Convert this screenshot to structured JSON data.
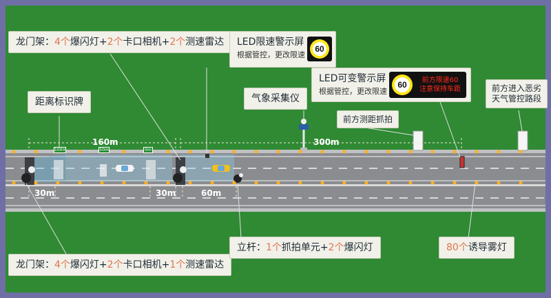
{
  "callouts": {
    "gantry_top": {
      "label": "龙门架：",
      "parts": [
        "4个",
        "爆闪灯+",
        "2个",
        "卡口相机+",
        "2个",
        "测速雷达"
      ]
    },
    "led_speed": {
      "title": "LED限速警示屏",
      "sub": "根据管控，更改限速",
      "speed": "60"
    },
    "led_variable": {
      "title": "LED可变警示屏",
      "sub": "根据管控，更改限速",
      "speed": "60",
      "line1": "前方限速60",
      "line2": "注意保持车距"
    },
    "distance_sign": {
      "title": "距离标识牌"
    },
    "weather": {
      "title": "气象采集仪"
    },
    "front_capture": {
      "title": "前方测距抓拍"
    },
    "warning_zone": {
      "line1": "前方进入恶劣",
      "line2": "天气管控路段"
    },
    "gantry_bottom": {
      "label": "龙门架：",
      "parts": [
        "4个",
        "爆闪灯+",
        "2个",
        "卡口相机+",
        "1个",
        "测速雷达"
      ]
    },
    "pole": {
      "label": "立杆：",
      "parts": [
        "1个",
        "抓拍单元+",
        "2个",
        "爆闪灯"
      ]
    },
    "fog_lights": {
      "parts": [
        "80个",
        "诱导雾灯"
      ]
    }
  },
  "distances": {
    "d160": "160m",
    "d300": "300m",
    "d30a": "30m",
    "d30b": "30m",
    "d60": "60m"
  },
  "distance_markers": [
    "100m",
    "50m",
    "0m"
  ],
  "colors": {
    "grass": "#2f8a33",
    "frame": "#6f6fa6",
    "road": "#8a8c8f",
    "accent": "#e3744d"
  }
}
